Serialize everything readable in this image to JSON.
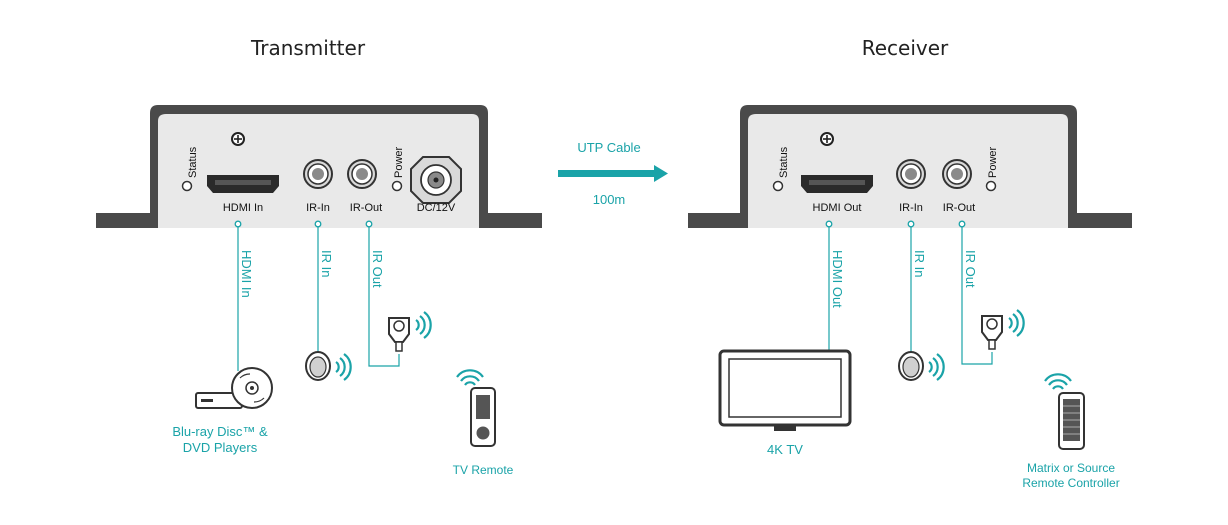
{
  "colors": {
    "accent": "#1aa3a8",
    "device_body": "#e9e9e9",
    "device_outline": "#4a4a4a",
    "ink": "#222222"
  },
  "transmitter": {
    "title": "Transmitter",
    "status_label": "Status",
    "hdmi_label": "HDMI In",
    "ir_in_label": "IR-In",
    "ir_out_label": "IR-Out",
    "power_label": "Power",
    "dc_label": "DC/12V",
    "line_hdmi": "HDMI In",
    "line_ir_in": "IR In",
    "line_ir_out": "IR Out",
    "player_label_1": "Blu-ray Disc™ &",
    "player_label_2": "DVD Players",
    "remote_label": "TV Remote"
  },
  "cable": {
    "label": "UTP Cable",
    "distance": "100m"
  },
  "receiver": {
    "title": "Receiver",
    "status_label": "Status",
    "hdmi_label": "HDMI Out",
    "ir_in_label": "IR-In",
    "ir_out_label": "IR-Out",
    "power_label": "Power",
    "line_hdmi": "HDMI Out",
    "line_ir_in": "IR In",
    "line_ir_out": "IR Out",
    "tv_label": "4K TV",
    "remote_label_1": "Matrix or Source",
    "remote_label_2": "Remote Controller"
  },
  "icons": {
    "ground_screw": "ground-screw-icon",
    "hdmi_port": "hdmi-port-icon",
    "rca_port": "rca-jack-icon",
    "dc_port": "dc-barrel-jack-icon",
    "led": "led-indicator-icon",
    "ir_receiver": "ir-receiver-eye-icon",
    "ir_emitter": "ir-emitter-icon",
    "player": "bluray-dvd-player-icon",
    "tv": "tv-icon",
    "remote": "remote-control-icon",
    "arrow": "arrow-right-icon"
  }
}
